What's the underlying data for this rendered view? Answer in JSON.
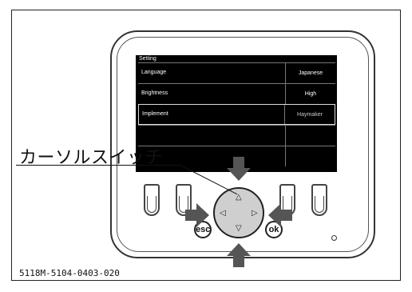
{
  "screen": {
    "title": "Setting",
    "rows": [
      {
        "label": "Language",
        "value": "Japanese",
        "selected": false
      },
      {
        "label": "Brightness",
        "value": "High",
        "selected": false
      },
      {
        "label": "Implement",
        "value": "Haymaker",
        "selected": true
      },
      {
        "label": "",
        "value": "",
        "selected": false
      },
      {
        "label": "",
        "value": "",
        "selected": false
      }
    ]
  },
  "buttons": {
    "esc_label": "esc",
    "ok_label": "ok",
    "up_icon": "△",
    "down_icon": "▽",
    "left_icon": "◁",
    "right_icon": "▷"
  },
  "callout": {
    "label": "カーソルスイッチ"
  },
  "figure_code": "5118M-5104-0403-020",
  "colors": {
    "arrow_fill": "#555555",
    "cross_key": "#cfcfcf",
    "screen_bg": "#000000"
  }
}
